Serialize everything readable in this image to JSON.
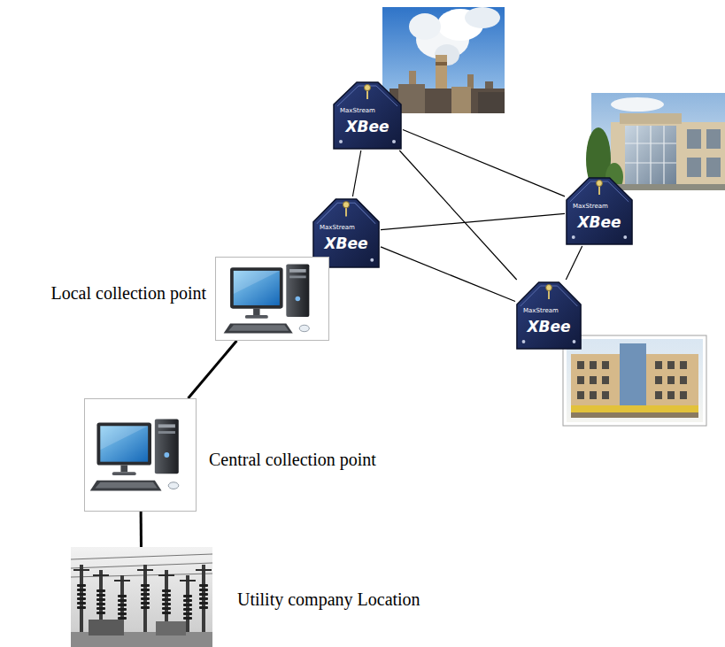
{
  "diagram": {
    "nodes": [
      {
        "text": [
          "MaxStream",
          "XBee"
        ]
      },
      {
        "text": [
          "MaxStream",
          "XBee"
        ]
      },
      {
        "text": [
          "MaxStream",
          "XBee"
        ]
      },
      {
        "text": [
          "MaxStream",
          "XBee"
        ]
      },
      {
        "text": [
          "Local collection point"
        ]
      },
      {
        "text": [
          "Central collection point"
        ]
      },
      {
        "text": [
          "Utility company Location"
        ]
      }
    ],
    "edges": [
      {
        "from": 0,
        "to": 2,
        "arrow": "none"
      },
      {
        "from": 0,
        "to": 1,
        "arrow": "none"
      },
      {
        "from": 0,
        "to": 3,
        "arrow": "none"
      },
      {
        "from": 2,
        "to": 1,
        "arrow": "none"
      },
      {
        "from": 2,
        "to": 3,
        "arrow": "none"
      },
      {
        "from": 1,
        "to": 3,
        "arrow": "none"
      },
      {
        "from": 4,
        "to": 5,
        "arrow": "none"
      },
      {
        "from": 5,
        "to": 6,
        "arrow": "none"
      }
    ]
  }
}
